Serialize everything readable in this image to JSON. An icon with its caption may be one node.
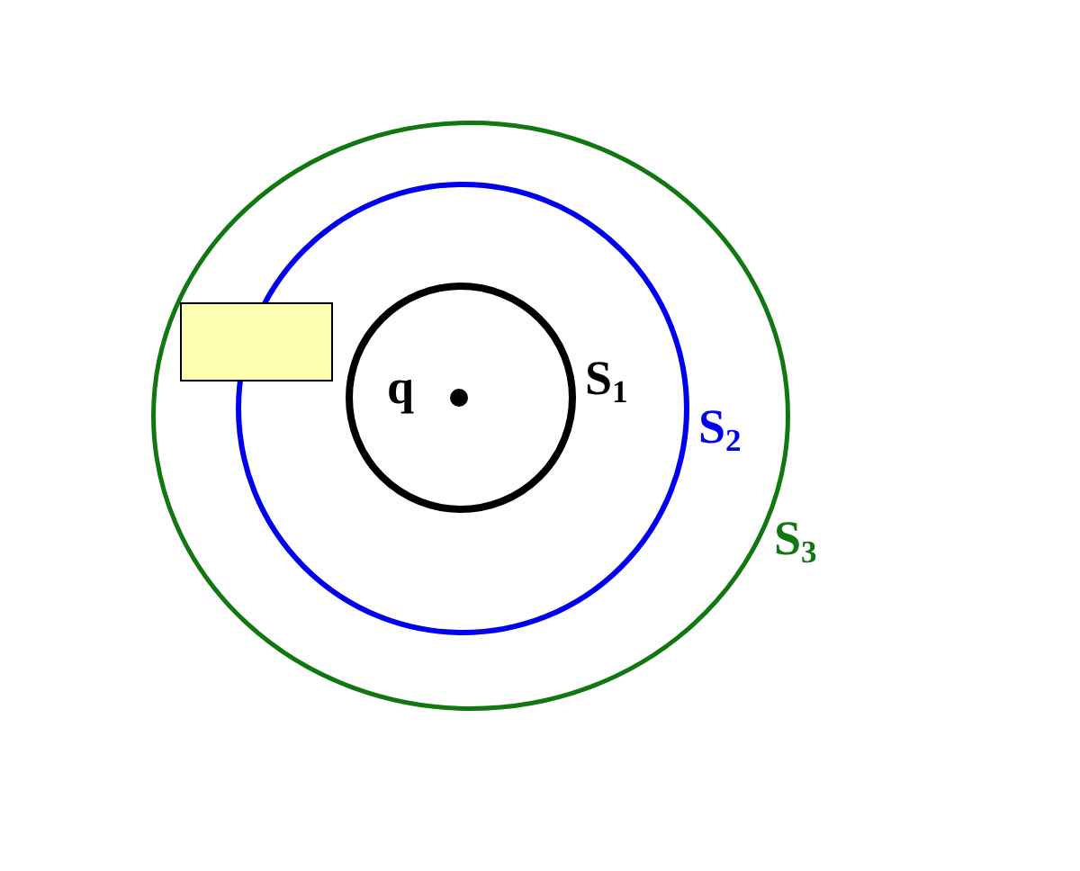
{
  "diagram": {
    "nodes": [
      {
        "text": [
          "S$_{3}$"
        ]
      },
      {
        "text": [
          "S$_{2}$"
        ],
        "in": 0
      },
      {
        "text": [
          "S$_{1}$"
        ],
        "in": 1
      },
      {
        "text": [
          "q"
        ],
        "in": 2
      },
      {
        "text": [],
        "shape": "box",
        "in": 0
      }
    ]
  }
}
